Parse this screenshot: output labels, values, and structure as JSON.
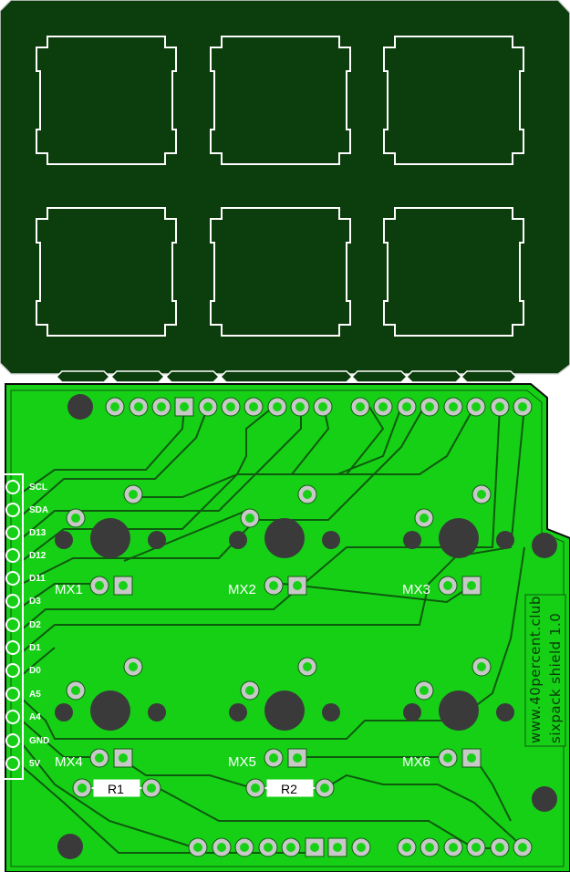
{
  "board": {
    "colors": {
      "plate": "#0c3d0c",
      "copper": "#16d016",
      "silkscreen": "#ffffff",
      "pad": "#c8c8c8",
      "drill": "#3a3a3a",
      "trace": "#0e5a0e"
    },
    "headers": {
      "left": [
        "SCL",
        "SDA",
        "D13",
        "D12",
        "D11",
        "D3",
        "D2",
        "D1",
        "D0",
        "A5",
        "A4",
        "GND",
        "5V"
      ]
    },
    "switches": [
      "MX1",
      "MX2",
      "MX3",
      "MX4",
      "MX5",
      "MX6"
    ],
    "resistors": [
      "R1",
      "R2"
    ],
    "side_text": {
      "line1": "www.40percent.club",
      "line2": "sixpack shield 1.0"
    }
  }
}
